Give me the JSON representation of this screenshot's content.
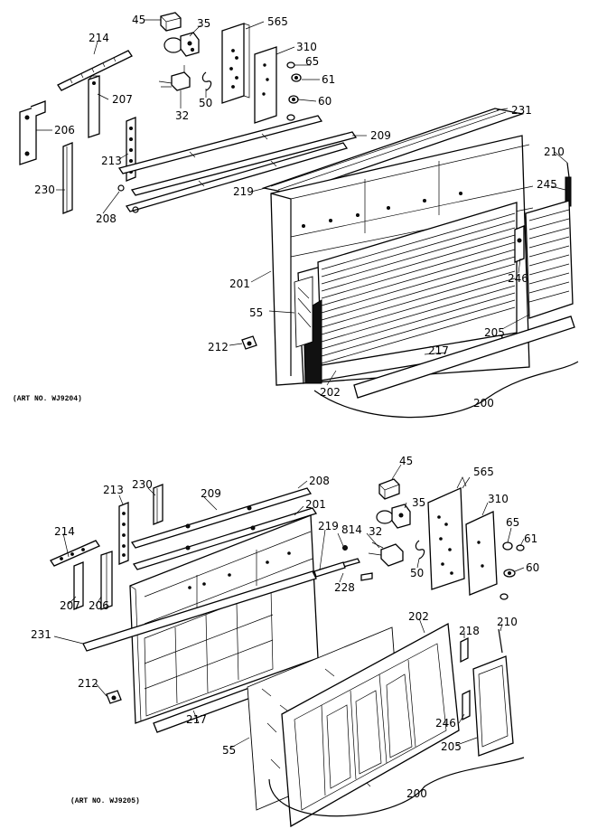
{
  "diagrams": [
    {
      "art_number": "(ART NO. WJ9204)",
      "labels": [
        "45",
        "35",
        "565",
        "310",
        "214",
        "65",
        "61",
        "207",
        "50",
        "60",
        "32",
        "231",
        "206",
        "209",
        "213",
        "210",
        "245",
        "219",
        "230",
        "208",
        "201",
        "246",
        "55",
        "205",
        "212",
        "217",
        "202",
        "200"
      ]
    },
    {
      "art_number": "(ART NO. WJ9205)",
      "labels": [
        "45",
        "565",
        "230",
        "208",
        "213",
        "209",
        "201",
        "35",
        "310",
        "219",
        "814",
        "32",
        "65",
        "214",
        "61",
        "60",
        "228",
        "50",
        "206",
        "207",
        "231",
        "202",
        "218",
        "210",
        "212",
        "246",
        "217",
        "55",
        "205",
        "200"
      ]
    }
  ]
}
